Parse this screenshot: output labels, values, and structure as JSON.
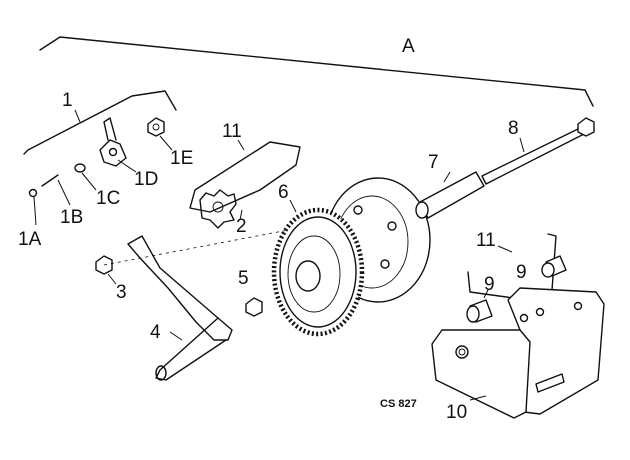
{
  "labels": {
    "A": "A",
    "n1": "1",
    "n1A": "1A",
    "n1B": "1B",
    "n1C": "1C",
    "n1D": "1D",
    "n1E": "1E",
    "n2": "2",
    "n3": "3",
    "n4": "4",
    "n5": "5",
    "n6": "6",
    "n7": "7",
    "n8": "8",
    "n9a": "9",
    "n9b": "9",
    "n10": "10",
    "n11a": "11",
    "n11b": "11"
  },
  "code": "CS 827"
}
